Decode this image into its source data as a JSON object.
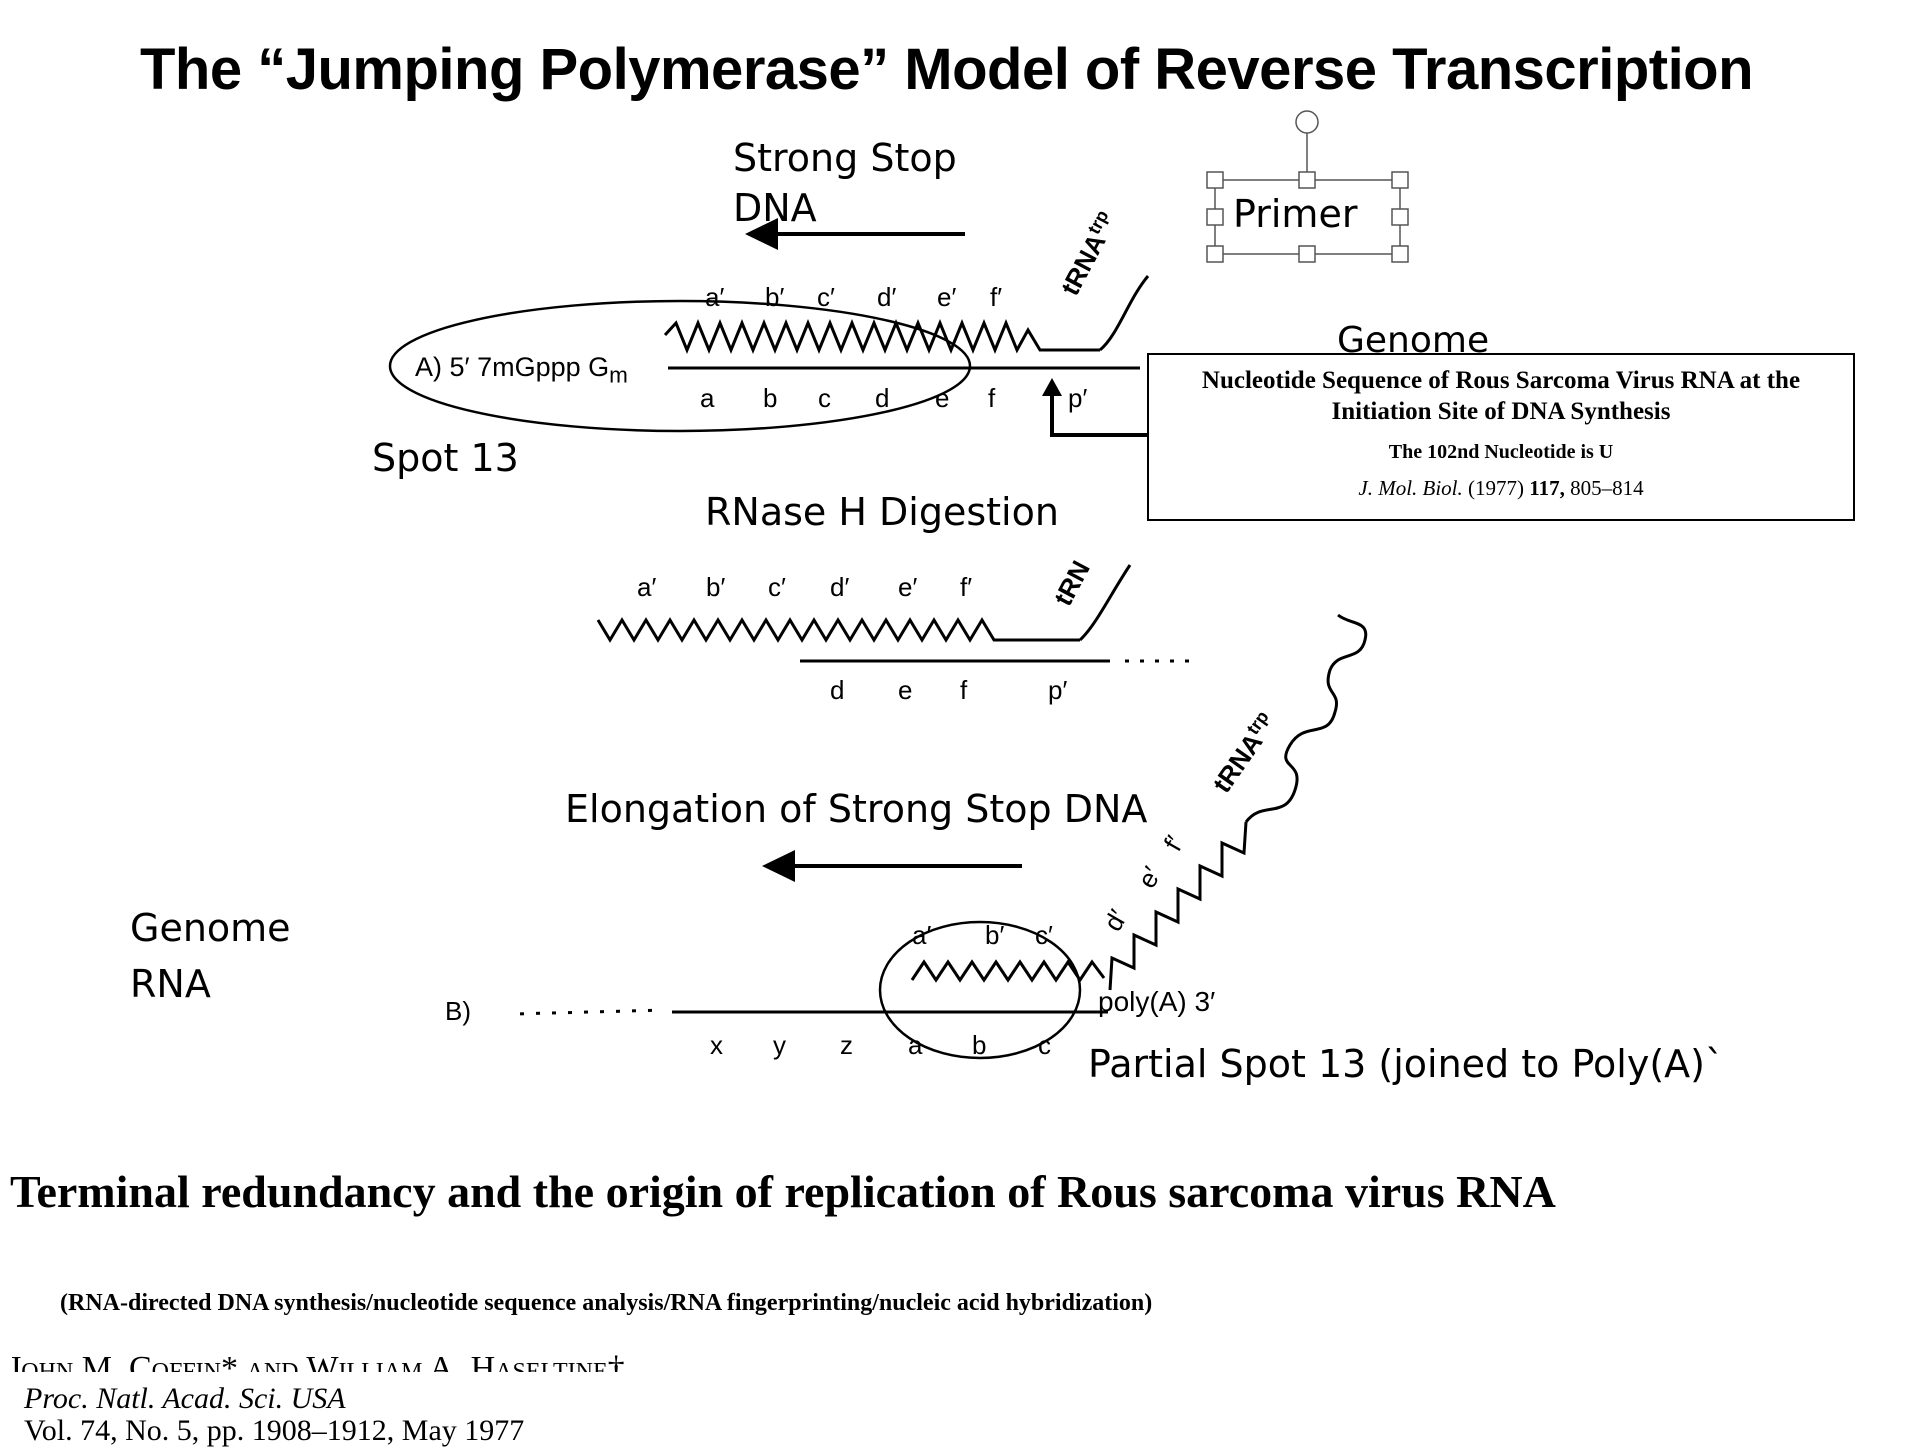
{
  "title": "The “Jumping Polymerase” Model of Reverse Transcription",
  "labels": {
    "strong_stop_line1": "Strong Stop",
    "strong_stop_line2": "DNA",
    "primer": "Primer",
    "genome_top": "Genome",
    "spot13": "Spot 13",
    "rnase": "RNase H Digestion",
    "elongation": "Elongation of Strong Stop DNA",
    "genome_rna_line1": "Genome",
    "genome_rna_line2": "RNA",
    "partial_spot": "Partial Spot 13 (joined to Poly(A)`"
  },
  "panel_a": {
    "prefix": "A) 5′ 7mGppp G",
    "prefix_sub": "m",
    "top_seq": [
      "a′",
      "b′",
      "c′",
      "d′",
      "e′",
      "f′"
    ],
    "bottom_seq": [
      "a",
      "b",
      "c",
      "d",
      "e",
      "f"
    ],
    "primer_site": "p′",
    "trna": "tRNA",
    "trna_sup": "trp"
  },
  "panel_mid": {
    "top_seq": [
      "a′",
      "b′",
      "c′",
      "d′",
      "e′",
      "f′"
    ],
    "bottom_seq": [
      "d",
      "e",
      "f"
    ],
    "primer_site": "p′",
    "trna": "tRN"
  },
  "panel_b": {
    "prefix": "B)",
    "bottom_seq": [
      "x",
      "y",
      "z",
      "a",
      "b",
      "c"
    ],
    "top_seq": [
      "a′",
      "b′",
      "c′"
    ],
    "slant_seq": [
      "d′",
      "e′",
      "f′"
    ],
    "polya": "poly(A) 3′",
    "trna": "tRNA",
    "trna_sup": "trp"
  },
  "inset": {
    "title": "Nucleotide Sequence of Rous Sarcoma Virus RNA at the Initiation Site of DNA Synthesis",
    "subtitle": "The 102nd Nucleotide is U",
    "journal": "J. Mol. Biol.",
    "year": "(1977)",
    "volume": "117,",
    "pages": "805–814"
  },
  "paper": {
    "title": "Terminal redundancy and the origin of replication of Rous sarcoma virus RNA",
    "keywords": "(RNA-directed DNA synthesis/nucleotide sequence analysis/RNA fingerprinting/nucleic acid hybridization)",
    "authors": "John M. Coffin* and William A. Haseltine†",
    "journal": "Proc. Natl. Acad. Sci. USA",
    "volume": "Vol. 74, No. 5, pp. 1908–1912, May 1977"
  },
  "colors": {
    "ink": "#000000",
    "background": "#ffffff",
    "handle_border": "#555555"
  }
}
